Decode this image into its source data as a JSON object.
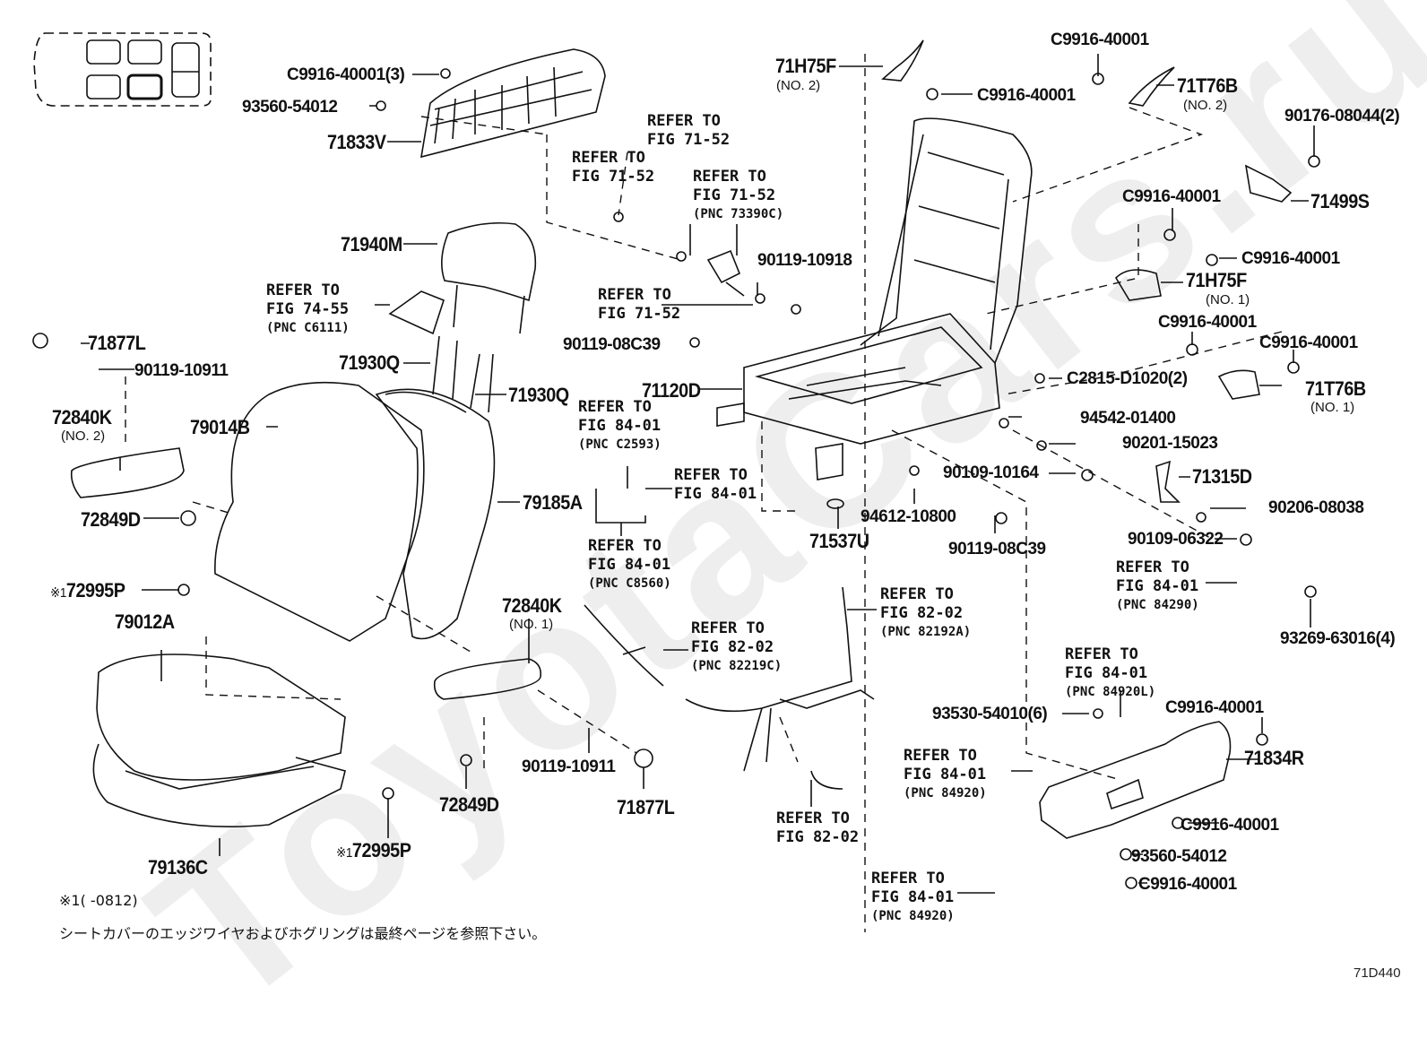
{
  "watermark": "ToyotaCars.ru",
  "diagram_code": "71D440",
  "footnote": "※1(      -0812)",
  "note_jp": "シートカバーのエッジワイヤおよびホグリングは最終ページを参照下さい。",
  "parts": [
    {
      "id": "p1",
      "number": "C9916-40001(3)"
    },
    {
      "id": "p2",
      "number": "93560-54012"
    },
    {
      "id": "p3",
      "number": "71833V"
    },
    {
      "id": "p4",
      "number": "71H75F",
      "sub": "(NO. 2)"
    },
    {
      "id": "p5",
      "number": "C9916-40001"
    },
    {
      "id": "p6",
      "number": "C9916-40001"
    },
    {
      "id": "p7",
      "number": "71T76B",
      "sub": "(NO. 2)"
    },
    {
      "id": "p8",
      "number": "90176-08044(2)"
    },
    {
      "id": "p9",
      "number": "71499S"
    },
    {
      "id": "p10",
      "number": "C9916-40001"
    },
    {
      "id": "p11",
      "number": "C9916-40001"
    },
    {
      "id": "p12",
      "number": "71H75F",
      "sub": "(NO. 1)"
    },
    {
      "id": "p13",
      "number": "C9916-40001"
    },
    {
      "id": "p14",
      "number": "C9916-40001"
    },
    {
      "id": "p15",
      "number": "C2815-D1020(2)"
    },
    {
      "id": "p16",
      "number": "71T76B",
      "sub": "(NO. 1)"
    },
    {
      "id": "p17",
      "number": "94542-01400"
    },
    {
      "id": "p18",
      "number": "90201-15023"
    },
    {
      "id": "p19",
      "number": "90109-10164"
    },
    {
      "id": "p20",
      "number": "71315D"
    },
    {
      "id": "p21",
      "number": "90206-08038"
    },
    {
      "id": "p22",
      "number": "90109-06322"
    },
    {
      "id": "p23",
      "number": "93269-63016(4)"
    },
    {
      "id": "p24",
      "number": "71940M"
    },
    {
      "id": "p25",
      "number": "71930Q"
    },
    {
      "id": "p26",
      "number": "71930Q"
    },
    {
      "id": "p27",
      "number": "71877L"
    },
    {
      "id": "p28",
      "number": "90119-10911"
    },
    {
      "id": "p29",
      "number": "72840K",
      "sub": "(NO. 2)"
    },
    {
      "id": "p30",
      "number": "72849D"
    },
    {
      "id": "p31",
      "number": "79014B"
    },
    {
      "id": "p32",
      "number": "79185A"
    },
    {
      "id": "p33",
      "number": "90119-10918"
    },
    {
      "id": "p34",
      "number": "90119-08C39"
    },
    {
      "id": "p35",
      "number": "71120D"
    },
    {
      "id": "p36",
      "number": "71537U"
    },
    {
      "id": "p37",
      "number": "94612-10800"
    },
    {
      "id": "p38",
      "number": "90119-08C39"
    },
    {
      "id": "p39",
      "number": "72995P",
      "prefix": "※1"
    },
    {
      "id": "p40",
      "number": "79012A"
    },
    {
      "id": "p41",
      "number": "72840K",
      "sub": "(NO. 1)"
    },
    {
      "id": "p42",
      "number": "90119-10911"
    },
    {
      "id": "p43",
      "number": "72849D"
    },
    {
      "id": "p44",
      "number": "71877L"
    },
    {
      "id": "p45",
      "number": "79136C"
    },
    {
      "id": "p46",
      "number": "72995P",
      "prefix": "※1"
    },
    {
      "id": "p47",
      "number": "93530-54010(6)"
    },
    {
      "id": "p48",
      "number": "C9916-40001"
    },
    {
      "id": "p49",
      "number": "71834R"
    },
    {
      "id": "p50",
      "number": "C9916-40001"
    },
    {
      "id": "p51",
      "number": "93560-54012"
    },
    {
      "id": "p52",
      "number": "C9916-40001"
    }
  ],
  "references": [
    {
      "id": "r1",
      "line1": "REFER TO",
      "line2": "FIG 71-52"
    },
    {
      "id": "r2",
      "line1": "REFER TO",
      "line2": "FIG 71-52"
    },
    {
      "id": "r3",
      "line1": "REFER TO",
      "line2": "FIG 71-52",
      "pnc": "(PNC 73390C)"
    },
    {
      "id": "r4",
      "line1": "REFER TO",
      "line2": "FIG 71-52"
    },
    {
      "id": "r5",
      "line1": "REFER TO",
      "line2": "FIG 74-55",
      "pnc": "(PNC C6111)"
    },
    {
      "id": "r6",
      "line1": "REFER TO",
      "line2": "FIG 84-01",
      "pnc": "(PNC C2593)"
    },
    {
      "id": "r7",
      "line1": "REFER TO",
      "line2": "FIG 84-01"
    },
    {
      "id": "r8",
      "line1": "REFER TO",
      "line2": "FIG 84-01",
      "pnc": "(PNC C8560)"
    },
    {
      "id": "r9",
      "line1": "REFER TO",
      "line2": "FIG 82-02",
      "pnc": "(PNC 82219C)"
    },
    {
      "id": "r10",
      "line1": "REFER TO",
      "line2": "FIG 82-02",
      "pnc": "(PNC 82192A)"
    },
    {
      "id": "r11",
      "line1": "REFER TO",
      "line2": "FIG 82-02"
    },
    {
      "id": "r12",
      "line1": "REFER TO",
      "line2": "FIG 84-01",
      "pnc": "(PNC 84290)"
    },
    {
      "id": "r13",
      "line1": "REFER TO",
      "line2": "FIG 84-01",
      "pnc": "(PNC 84920L)"
    },
    {
      "id": "r14",
      "line1": "REFER TO",
      "line2": "FIG 84-01",
      "pnc": "(PNC 84920)"
    },
    {
      "id": "r15",
      "line1": "REFER TO",
      "line2": "FIG 84-01",
      "pnc": "(PNC 84920)"
    }
  ]
}
